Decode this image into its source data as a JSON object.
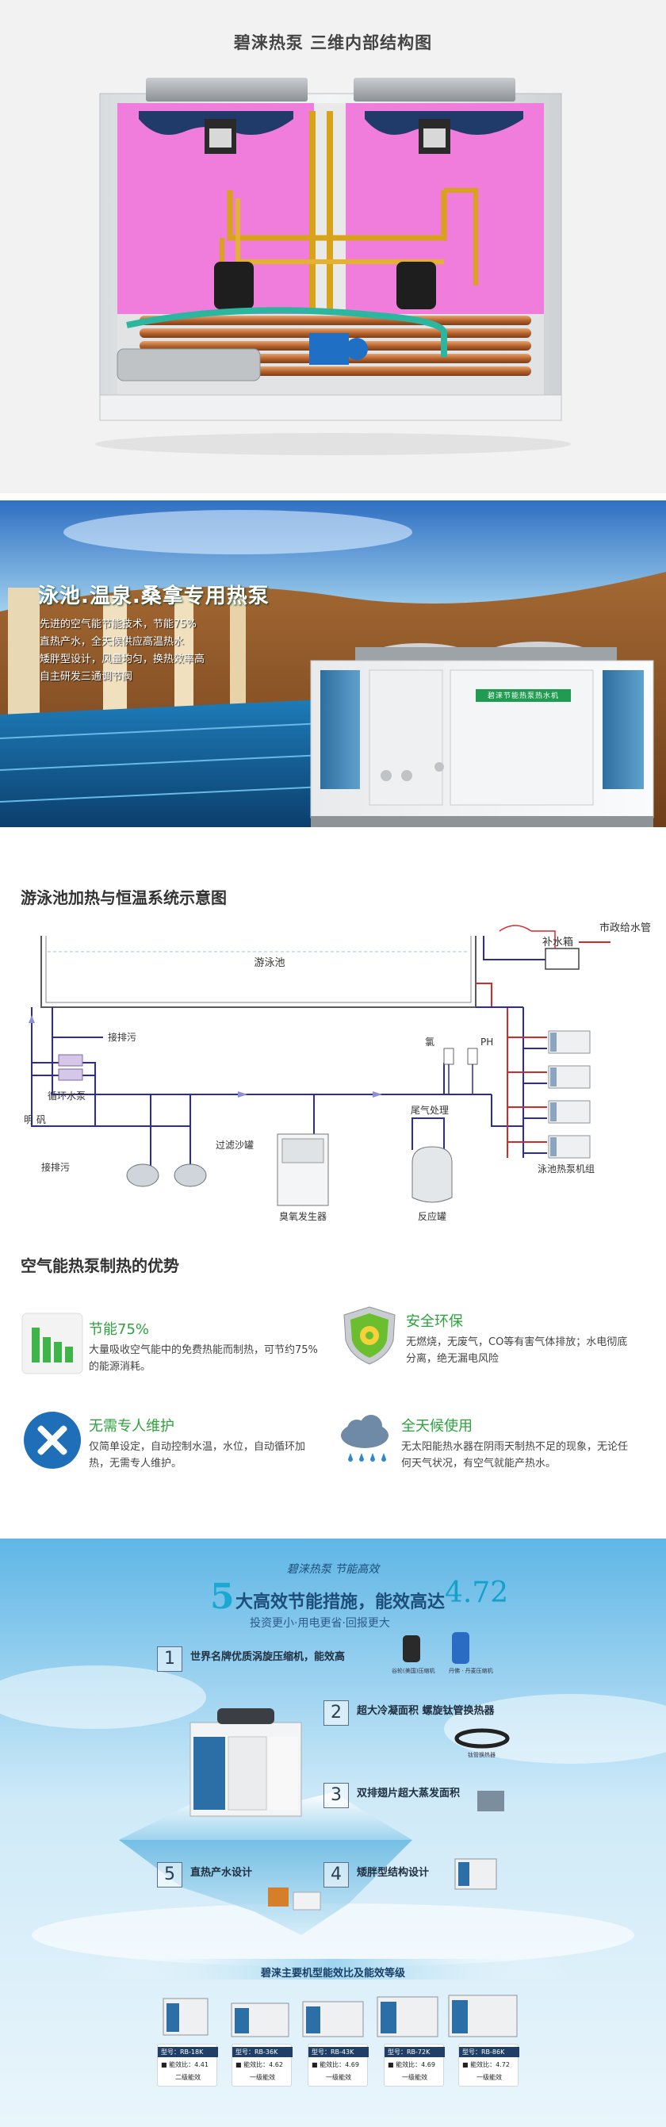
{
  "section1": {
    "title": "碧涞热泵 三维内部结构图"
  },
  "section2": {
    "title": "泳池.温泉.桑拿专用热泵",
    "lines": [
      "先进的空气能节能技术，节能75%",
      "直热产水，全天候供应高温热水",
      "矮胖型设计，风量均匀，换热效率高",
      "自主研发三通调节阀"
    ],
    "unit_label": "碧涞节能热泵热水机"
  },
  "section3": {
    "title": "游泳池加热与恒温系统示意图",
    "labels": {
      "pool": "游泳池",
      "city_water": "市政给水管",
      "makeup_tank": "补水箱",
      "drain_top": "接排污",
      "pump": "循环水泵",
      "alum": "明 矾",
      "drain_bottom": "接排污",
      "sand_filter": "过滤沙罐",
      "ozone": "臭氧发生器",
      "reactor": "反应罐",
      "tail_gas": "尾气处理",
      "chlorine": "氯",
      "ph": "PH",
      "unit_group": "泳池热泵机组"
    }
  },
  "section4": {
    "title": "空气能热泵制热的优势",
    "items": [
      {
        "title": "节能75%",
        "desc": "大量吸收空气能中的免费热能而制热，可节约75%的能源消耗。"
      },
      {
        "title": "安全环保",
        "desc": "无燃烧，无废气，CO等有害气体排放；水电彻底分离，绝无漏电风险"
      },
      {
        "title": "无需专人维护",
        "desc": "仅简单设定，自动控制水温，水位，自动循环加热，无需专人维护。"
      },
      {
        "title": "全天候使用",
        "desc": "无太阳能热水器在阴雨天制热不足的现象，无论任何天气状况，有空气就能产热水。"
      }
    ]
  },
  "section5": {
    "subtitle": "碧涞热泵 节能高效",
    "headline_five": "5",
    "headline": "大高效节能措施，能效高达",
    "headline_number": "4.72",
    "tagline": "投资更小·用电更省·回报更大",
    "features": [
      {
        "num": "1",
        "label": "世界名牌优质涡旋压缩机，能效高"
      },
      {
        "num": "2",
        "label": "超大冷凝面积  螺旋钛管换热器"
      },
      {
        "num": "3",
        "label": "双排翅片超大蒸发面积"
      },
      {
        "num": "4",
        "label": "矮胖型结构设计"
      },
      {
        "num": "5",
        "label": "直热产水设计"
      }
    ],
    "small_captions": [
      "谷轮(美国)压缩机",
      "丹佛 · 丹麦压缩机",
      "钛管换热器"
    ],
    "compare_title": "碧涞主要机型能效比及能效等级",
    "models": [
      {
        "model": "型号：RB-18K",
        "eff": "■ 能效比：4.41",
        "grade": "二级能效"
      },
      {
        "model": "型号：RB-36K",
        "eff": "■ 能效比：4.62",
        "grade": "一级能效"
      },
      {
        "model": "型号：RB-43K",
        "eff": "■ 能效比：4.69",
        "grade": "一级能效"
      },
      {
        "model": "型号：RB-72K",
        "eff": "■ 能效比：4.69",
        "grade": "一级能效"
      },
      {
        "model": "型号：RB-86K",
        "eff": "■ 能效比：4.72",
        "grade": "一级能效"
      }
    ]
  }
}
